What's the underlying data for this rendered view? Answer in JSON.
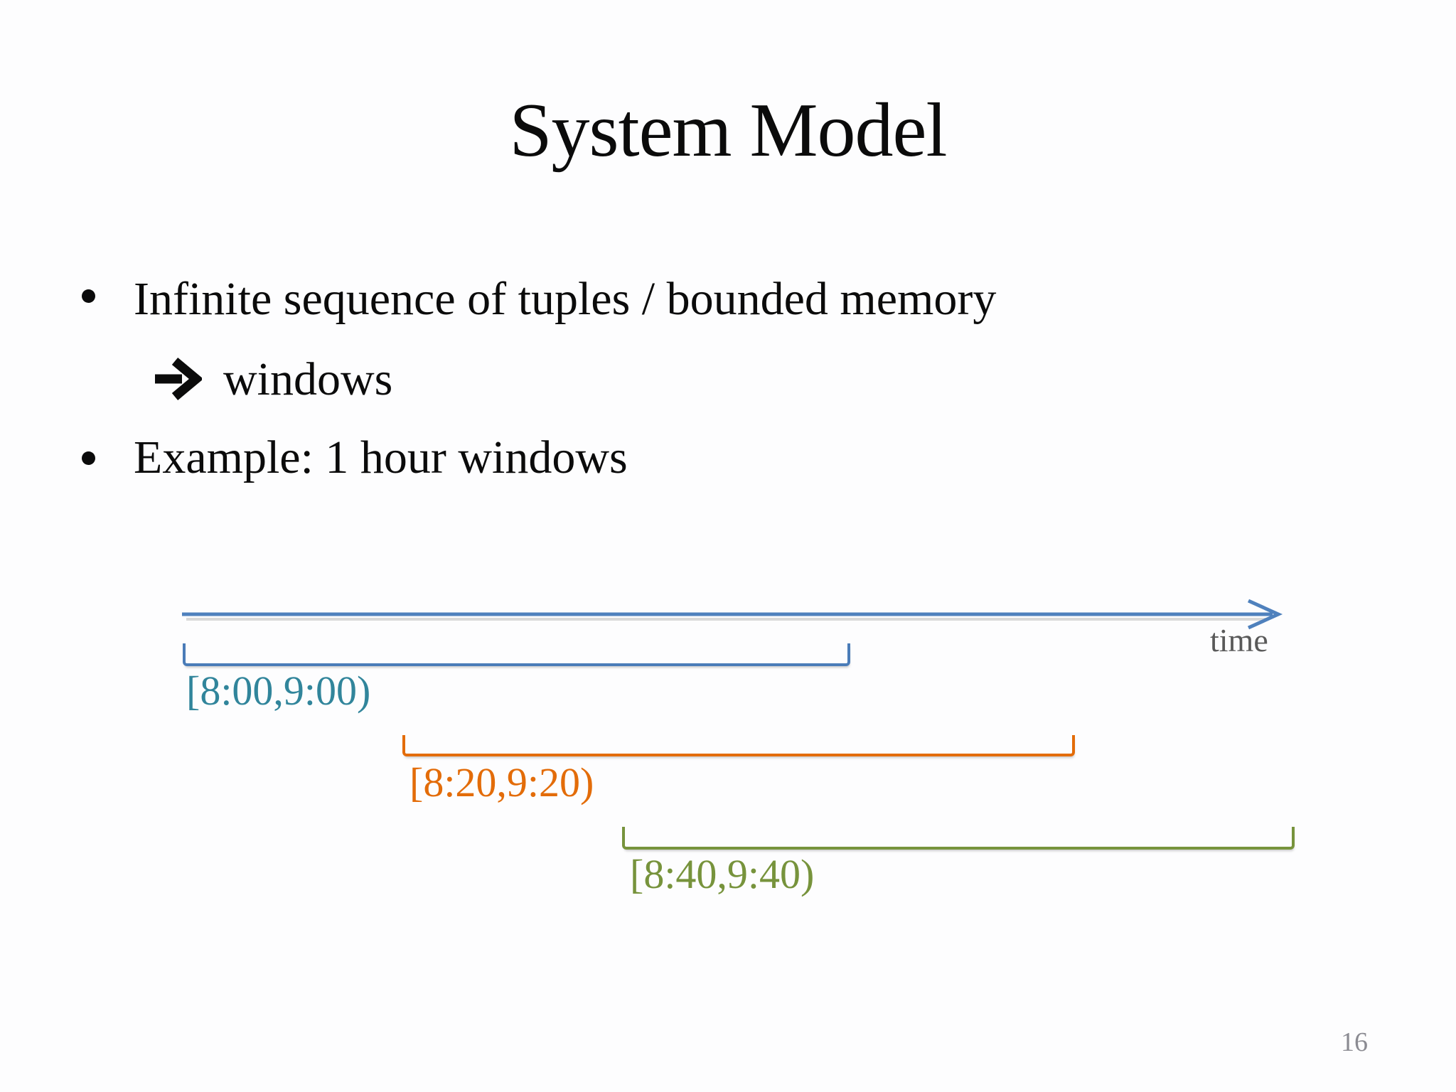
{
  "slide": {
    "title": "System Model",
    "page_number": "16"
  },
  "bullets": {
    "item1": "Infinite sequence of tuples / bounded memory",
    "item1_sub_arrow_icon": "right-arrow",
    "item1_sub": "windows",
    "item2": "Example: 1 hour windows"
  },
  "diagram": {
    "type": "timeline",
    "axis_label": "time",
    "colors": {
      "timeline_arrow": "#4f81bd",
      "timeline_shadow": "#d9d9d9",
      "axis_label": "#595959",
      "window1_bracket": "#4a7cb8",
      "window1_label": "#31859b",
      "window2_bracket": "#e36c09",
      "window2_label": "#e36c09",
      "window3_bracket": "#77933c",
      "window3_label": "#77933c"
    },
    "windows": [
      {
        "label": "[8:00,9:00)",
        "start": "8:00",
        "end": "9:00"
      },
      {
        "label": "[8:20,9:20)",
        "start": "8:20",
        "end": "9:20"
      },
      {
        "label": "[8:40,9:40)",
        "start": "8:40",
        "end": "9:40"
      }
    ]
  }
}
